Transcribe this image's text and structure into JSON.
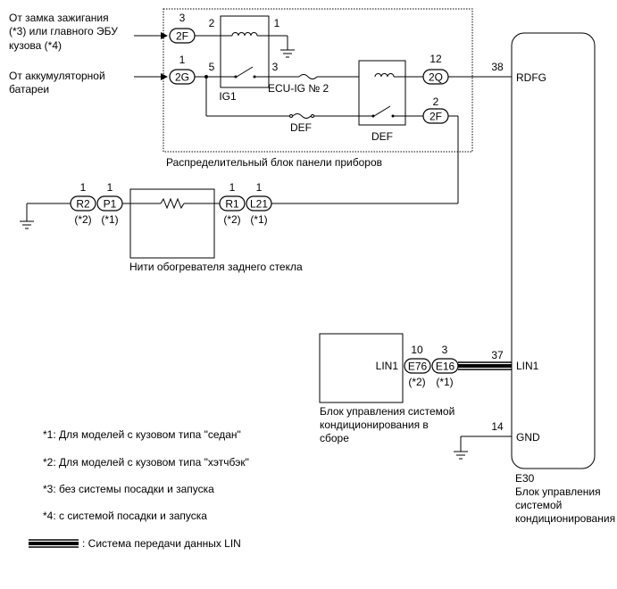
{
  "inputs": {
    "ignition_line1": "От замка зажигания",
    "ignition_line2": "(*3) или главного ЭБУ",
    "ignition_line3": "кузова (*4)",
    "battery_line1": "От аккумуляторной",
    "battery_line2": "батареи"
  },
  "panel_block": {
    "label": "Распределительный блок панели приборов",
    "pin_2f_top": "3",
    "conn_2f_top": "2F",
    "pin_2g": "1",
    "conn_2g": "2G",
    "relay_ig1": "IG1",
    "ig1_pin2": "2",
    "ig1_pin1": "1",
    "ig1_pin5": "5",
    "ig1_pin3": "3",
    "fuse_ecu_ig": "ECU-IG № 2",
    "fuse_def": "DEF",
    "relay_def": "DEF",
    "pin_2q": "12",
    "conn_2q": "2Q",
    "pin_2f_bottom": "2",
    "conn_2f_bottom": "2F"
  },
  "heater": {
    "label": "Нити обогревателя заднего стекла",
    "conn_r2": "R2",
    "pin_r2": "1",
    "note_r2": "(*2)",
    "conn_p1": "P1",
    "pin_p1": "1",
    "note_p1": "(*1)",
    "conn_r1": "R1",
    "pin_r1": "1",
    "note_r1": "(*2)",
    "conn_l21": "L21",
    "pin_l21": "1",
    "note_l21": "(*1)"
  },
  "ac_assembly": {
    "pin_label": "LIN1",
    "label_line1": "Блок управления системой",
    "label_line2": "кондиционирования в",
    "label_line3": "сборе",
    "conn_e76": "E76",
    "pin_e76": "10",
    "note_e76": "(*2)",
    "conn_e16": "E16",
    "pin_e16": "3",
    "note_e16": "(*1)"
  },
  "ecu": {
    "code": "E30",
    "label_line1": "Блок управления",
    "label_line2": "системой",
    "label_line3": "кондиционирования",
    "pin_rdfg_num": "38",
    "pin_rdfg": "RDFG",
    "pin_lin1_num": "37",
    "pin_lin1": "LIN1",
    "pin_gnd_num": "14",
    "pin_gnd": "GND"
  },
  "notes": [
    "*1: Для моделей с кузовом типа \"седан\"",
    "*2: Для моделей с кузовом типа \"хэтчбэк\"",
    "*3: без системы посадки и запуска",
    "*4: с системой посадки и запуска"
  ],
  "legend": {
    "lin_label": ": Система передачи данных LIN"
  }
}
